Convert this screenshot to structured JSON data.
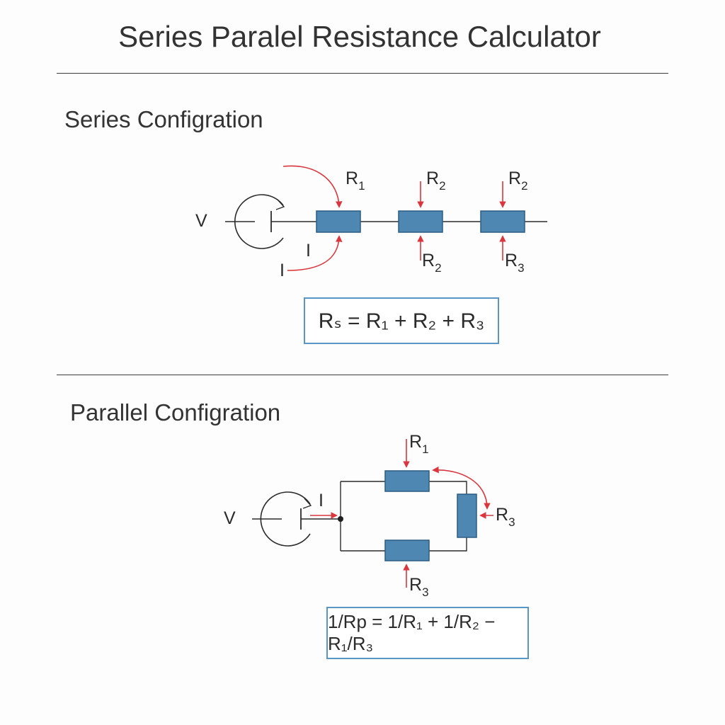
{
  "page": {
    "title": "Series Paralel Resistance Calculator"
  },
  "series": {
    "heading": "Series Configration",
    "voltage_label": "V",
    "current_labels": [
      "I",
      "I"
    ],
    "resistor_labels": [
      {
        "base": "R",
        "sub": "1"
      },
      {
        "base": "R",
        "sub": "2"
      },
      {
        "base": "R",
        "sub": "2"
      },
      {
        "base": "R",
        "sub": "2"
      },
      {
        "base": "R",
        "sub": "3"
      }
    ],
    "formula": "Rₛ = R₁ + R₂ + R₃"
  },
  "parallel": {
    "heading": "Parallel Configration",
    "voltage_label": "V",
    "current_label": "I",
    "resistor_labels": [
      {
        "base": "R",
        "sub": "1"
      },
      {
        "base": "R",
        "sub": "3"
      },
      {
        "base": "R",
        "sub": "3"
      }
    ],
    "formula": "1/Rp = 1/R₁ + 1/R₂ − R₁/R₃"
  },
  "colors": {
    "resistor_fill": "#4f87b3",
    "resistor_stroke": "#2c5d82",
    "arrow": "#d9363e",
    "wire": "#2b2b2b",
    "formula_border": "#5b95c4"
  }
}
